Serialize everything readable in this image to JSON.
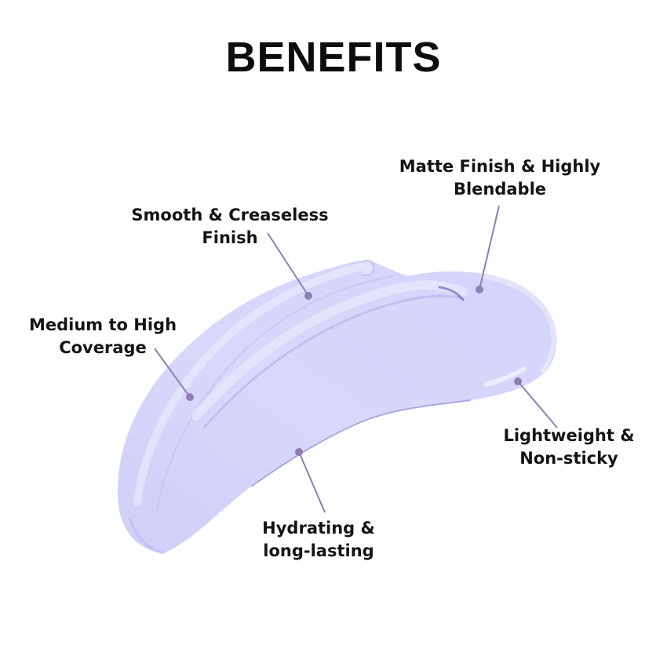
{
  "title": "BENEFITS",
  "colors": {
    "swatch_fill": "#d6d6fb",
    "swatch_highlight": "#e6e6ff",
    "swatch_shadow": "#a9a7e6",
    "leader_line": "#8a80b2",
    "dot": "#8d7fb5",
    "text": "#141414"
  },
  "benefits": [
    {
      "id": "matte-finish",
      "line1": "Matte Finish & Highly",
      "line2": "Blendable"
    },
    {
      "id": "smooth-creaseless",
      "line1": "Smooth & Creaseless",
      "line2": "Finish"
    },
    {
      "id": "coverage",
      "line1": "Medium to High",
      "line2": "Coverage"
    },
    {
      "id": "lightweight",
      "line1": "Lightweight &",
      "line2": "Non-sticky"
    },
    {
      "id": "hydrating",
      "line1": "Hydrating &",
      "line2": "long-lasting"
    }
  ]
}
